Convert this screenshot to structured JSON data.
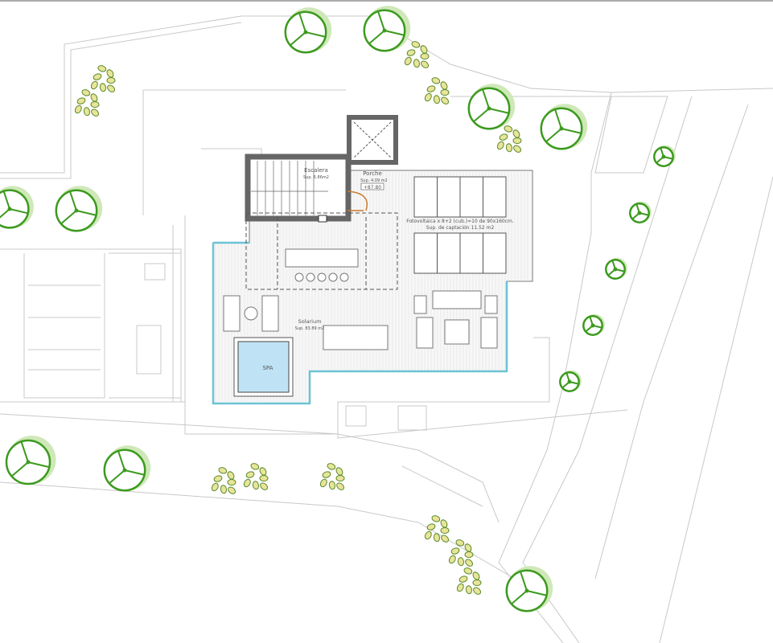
{
  "plan": {
    "stair": {
      "name": "Escalera",
      "area": "Sup. 6.86m2"
    },
    "porch": {
      "name": "Porche",
      "area": "Sup. 4.09 m2",
      "level": "+87.80"
    },
    "solar": {
      "line1": "Fotovoltaica x 8+2 (cub.)=10 de 90x160cm.",
      "line2": "Sup. de captación 11.52 m2"
    },
    "solarium": {
      "name": "Solarium",
      "area": "Sup. 83.89 m2"
    },
    "spa": {
      "name": "SPA"
    }
  },
  "colors": {
    "tree": "#3c9a1e",
    "shrub": "#e8e49a",
    "pool": "#bfe3f5",
    "pool_edge": "#6cc3d5",
    "wall": "#666666",
    "door": "#c8782a"
  }
}
